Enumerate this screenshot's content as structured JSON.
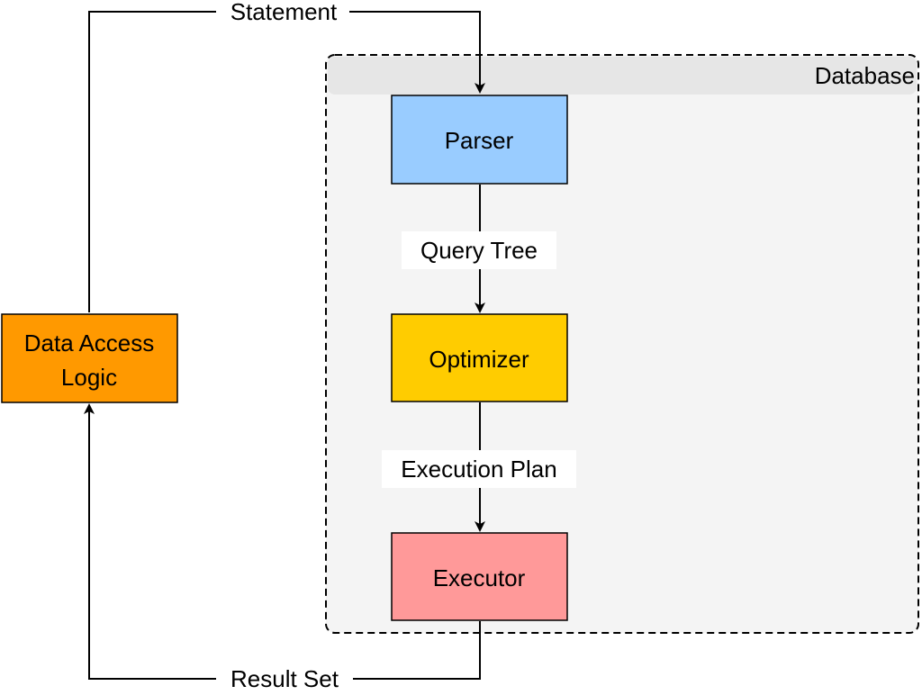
{
  "diagram": {
    "container": {
      "title": "Database",
      "fill": "#f4f4f4",
      "header_fill": "#e6e6e6",
      "stroke": "#000000"
    },
    "nodes": {
      "data_access": {
        "lines": [
          "Data Access",
          "Logic"
        ],
        "fill": "#ff9900"
      },
      "parser": {
        "label": "Parser",
        "fill": "#99ccff"
      },
      "optimizer": {
        "label": "Optimizer",
        "fill": "#ffcc00"
      },
      "executor": {
        "label": "Executor",
        "fill": "#ff9999"
      }
    },
    "edges": {
      "statement": "Statement",
      "query_tree": "Query Tree",
      "execution_plan": "Execution Plan",
      "result_set": "Result Set"
    }
  }
}
